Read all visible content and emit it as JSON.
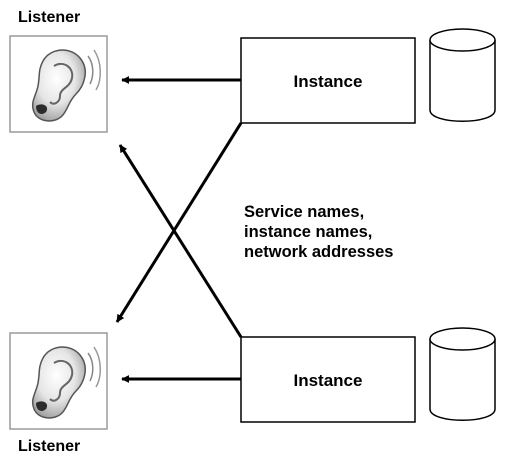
{
  "listener_top_label": "Listener",
  "listener_bottom_label": "Listener",
  "instance_top_label": "Instance",
  "instance_bottom_label": "Instance",
  "annotation": {
    "line1": "Service names,",
    "line2": "instance names,",
    "line3": "network addresses"
  },
  "icons": {
    "listener": "ear-icon",
    "database": "database-cylinder-icon"
  },
  "colors": {
    "ear_gray": "#7a7a7a",
    "frame": "#9a9a9a",
    "line": "#000000"
  }
}
